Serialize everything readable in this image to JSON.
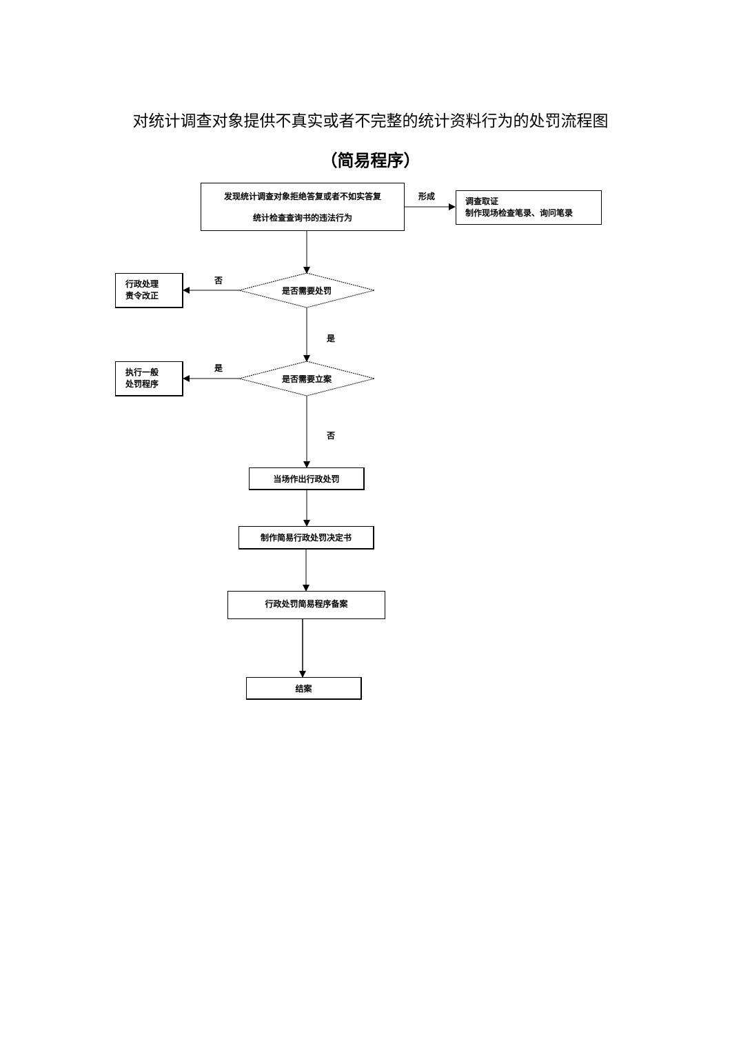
{
  "title": "对统计调查对象提供不真实或者不完整的统计资料行为的处罚流程图",
  "subtitle": "（简易程序）",
  "nodes": {
    "start": {
      "line1": "发现统计调查对象拒绝答复或者不如实答复",
      "line2": "统计检查查询书的违法行为"
    },
    "evidence": {
      "line1": "调查取证",
      "line2": "制作现场检查笔录、询问笔录"
    },
    "decision_penalty": "是否需要处罚",
    "admin_handle": {
      "line1": "行政处理",
      "line2": "责令改正"
    },
    "decision_case": "是否需要立案",
    "general_procedure": {
      "line1": "执行一般",
      "line2": "处罚程序"
    },
    "onsite_penalty": "当场作出行政处罚",
    "decision_document": "制作简易行政处罚决定书",
    "filing": "行政处罚简易程序备案",
    "close": "结案"
  },
  "edges": {
    "form": "形成",
    "penalty_no": "否",
    "penalty_yes": "是",
    "case_yes": "是",
    "case_no": "否"
  }
}
